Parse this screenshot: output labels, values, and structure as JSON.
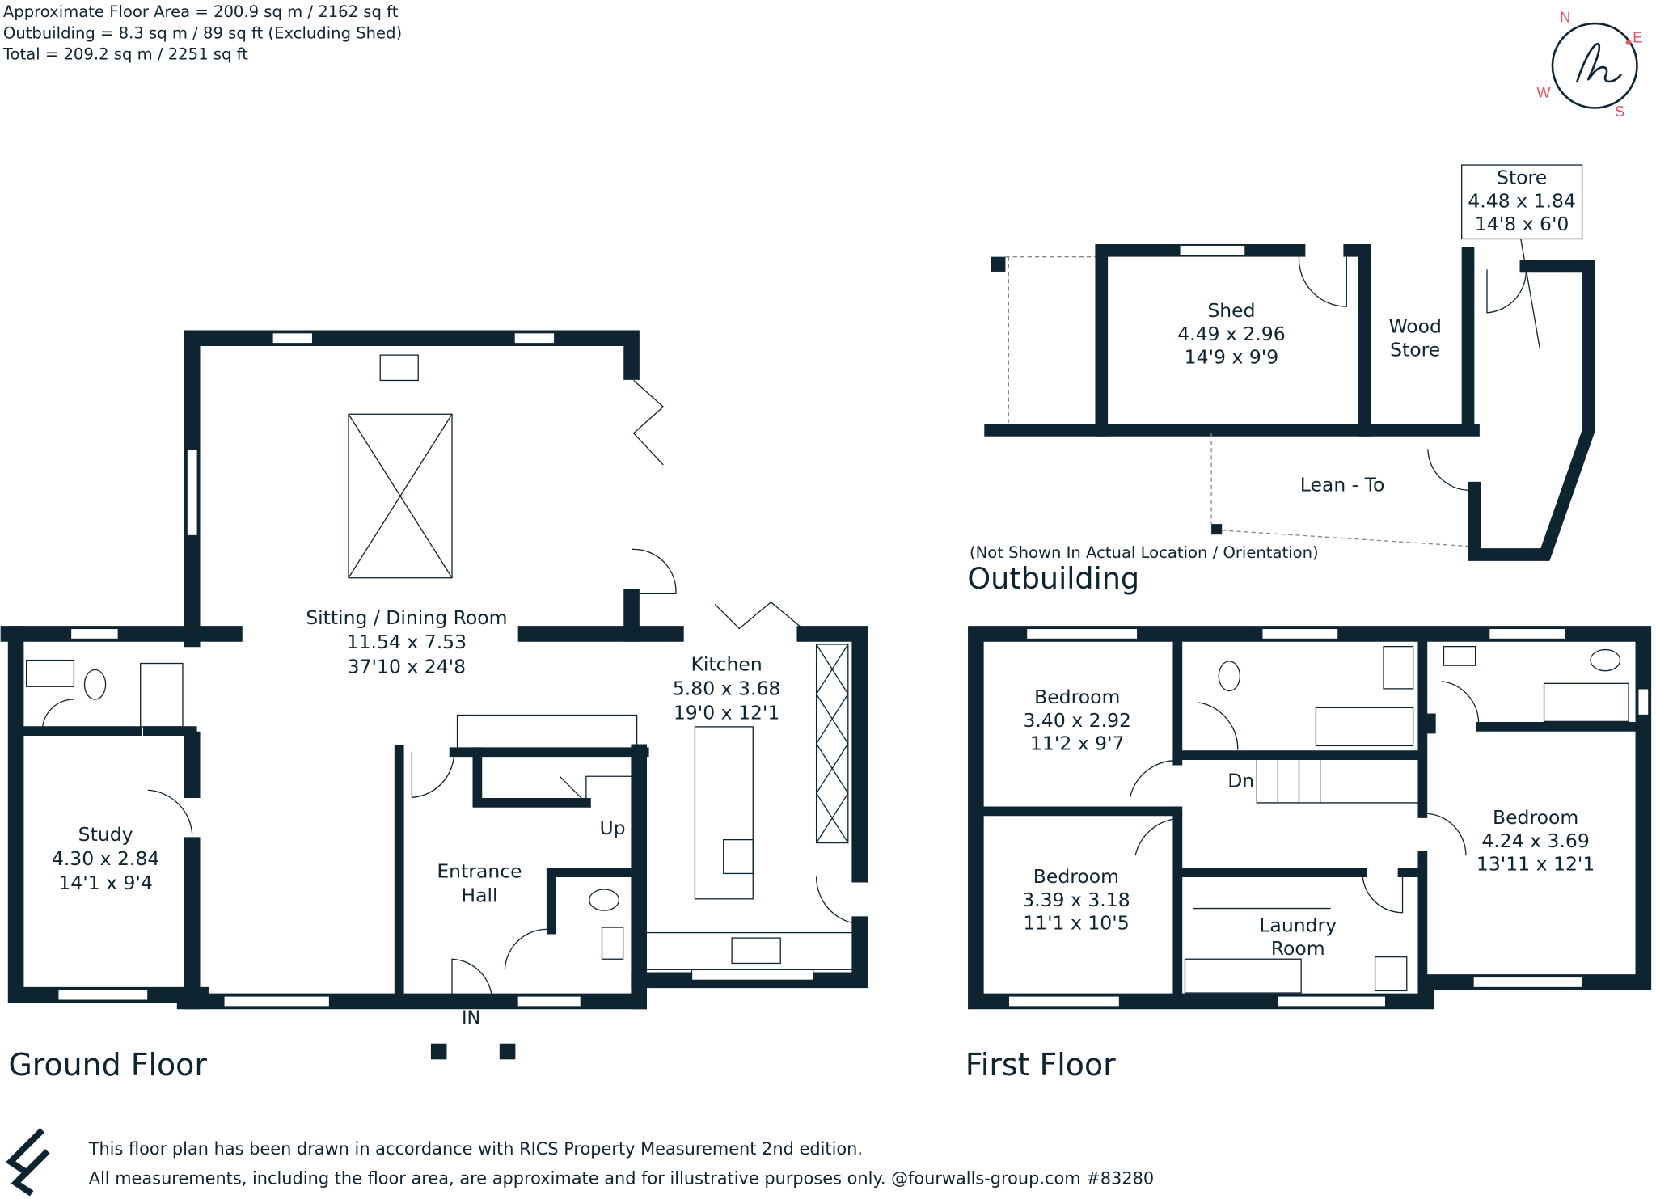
{
  "header": {
    "lines": [
      "Approximate Floor Area = 200.9 sq m / 2162 sq ft",
      "Outbuilding = 8.3 sq m / 89 sq ft (Excluding Shed)",
      "Total = 209.2 sq m / 2251 sq ft"
    ]
  },
  "compass": {
    "n": "N",
    "e": "E",
    "s": "S",
    "w": "W",
    "accent": "#e8505b"
  },
  "ground_floor": {
    "title": "Ground Floor",
    "sitting": [
      "Sitting / Dining Room",
      "11.54 x 7.53",
      "37'10 x 24'8"
    ],
    "kitchen": [
      "Kitchen",
      "5.80 x 3.68",
      "19'0 x 12'1"
    ],
    "study": [
      "Study",
      "4.30 x 2.84",
      "14'1 x 9'4"
    ],
    "entrance": [
      "Entrance",
      "Hall"
    ],
    "up": "Up",
    "in": "IN"
  },
  "outbuilding": {
    "title": "Outbuilding",
    "note": "(Not Shown In Actual Location / Orientation)",
    "store": [
      "Store",
      "4.48 x 1.84",
      "14'8 x 6'0"
    ],
    "shed": [
      "Shed",
      "4.49 x 2.96",
      "14'9 x 9'9"
    ],
    "wood_store": [
      "Wood",
      "Store"
    ],
    "lean_to": "Lean - To"
  },
  "first_floor": {
    "title": "First Floor",
    "bed1": [
      "Bedroom",
      "3.40 x 2.92",
      "11'2 x 9'7"
    ],
    "bed2": [
      "Bedroom",
      "3.39 x 3.18",
      "11'1 x 10'5"
    ],
    "bed3": [
      "Bedroom",
      "4.24 x 3.69",
      "13'11 x 12'1"
    ],
    "laundry": [
      "Laundry",
      "Room"
    ],
    "dn": "Dn"
  },
  "footer": {
    "line1": "This floor plan has been drawn in accordance with RICS Property Measurement 2nd edition.",
    "line2": "All measurements, including the floor area, are approximate and for illustrative purposes only. @fourwalls-group.com #83280"
  }
}
